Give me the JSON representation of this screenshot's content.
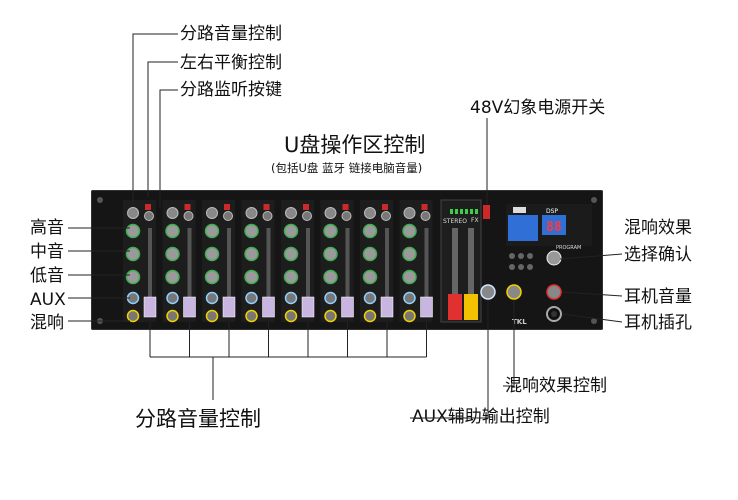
{
  "labels": {
    "channel_volume_top": "分路音量控制",
    "balance": "左右平衡控制",
    "monitor_key": "分路监听按键",
    "phantom": "48V幻象电源开关",
    "usb_title": "U盘操作区控制",
    "usb_sub": "(包括U盘 蓝牙 链接电脑音量)",
    "treble": "高音",
    "mid": "中音",
    "bass": "低音",
    "aux": "AUX",
    "reverb": "混响",
    "reverb_select_1": "混响效果",
    "reverb_select_2": "选择确认",
    "headphone_vol": "耳机音量",
    "headphone_jack": "耳机插孔",
    "reverb_effect_ctrl": "混响效果控制",
    "aux_out_ctrl": "AUX辅助输出控制",
    "channel_volume_bottom": "分路音量控制"
  },
  "device": {
    "dsp_display": "88",
    "dsp_text": "DSP",
    "program_text": "PROGRAM",
    "stereo_text": "STEREO",
    "fx_text": "FX",
    "brand": "TKL"
  },
  "colors": {
    "panel": "#151515",
    "fader_cap": "#c9b6e0",
    "master_fader_red": "#e03030",
    "master_fader_yellow": "#f2c200",
    "display_blue": "#2f6fd6",
    "display_digits": "#ff3a3a",
    "led_green": "#3cd04a",
    "knob_green": "#3fae52"
  }
}
